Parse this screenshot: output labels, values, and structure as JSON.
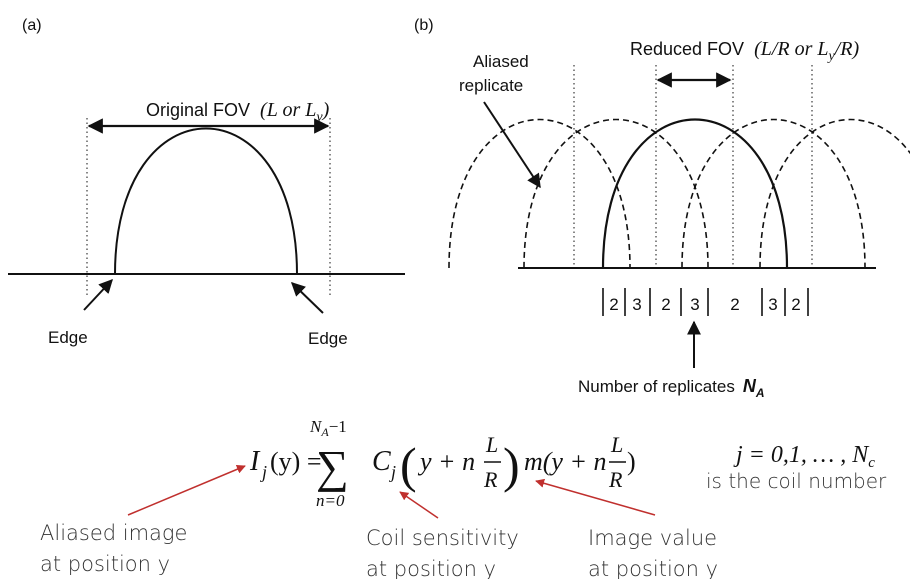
{
  "panel_a": {
    "label": "(a)",
    "fov_label": "Original FOV",
    "fov_formula": "(L or L",
    "fov_formula_sub": "y",
    "fov_formula_close": ")",
    "edge_left": "Edge",
    "edge_right": "Edge"
  },
  "panel_b": {
    "label": "(b)",
    "aliased_line1": "Aliased",
    "aliased_line2": "replicate",
    "reduced_fov_label": "Reduced FOV",
    "reduced_formula_a": "(L/R or L",
    "reduced_formula_sub": "y",
    "reduced_formula_b": "/R)",
    "region_numbers": [
      "2",
      "3",
      "2",
      "3",
      "2",
      "3",
      "2"
    ],
    "replicates_label": "Number of replicates",
    "replicates_symbol": "N",
    "replicates_sub": "A"
  },
  "equation": {
    "lhs_I": "I",
    "lhs_j": "j",
    "lhs_arg": "(y) =",
    "sum_upper": "N",
    "sum_upper_sub": "A",
    "sum_upper_rest": "−1",
    "sum_sign": "∑",
    "sum_lower": "n=0",
    "coil_C": "C",
    "coil_j": "j",
    "arg1_open": "y + n",
    "frac_num": "L",
    "frac_den": "R",
    "image_m": "m(y + n",
    "close_paren": ")",
    "index_range": "j = 0,1, … , N",
    "index_sub": "c",
    "coil_number_note": "is the coil number"
  },
  "annotations": {
    "aliased_image_line1": "Aliased image",
    "aliased_image_line2": "at position y",
    "coil_sens_line1": "Coil sensitivity",
    "coil_sens_line2": "at position y",
    "image_value_line1": "Image value",
    "image_value_line2": "at position y"
  },
  "colors": {
    "ink": "#111111",
    "annotation_arrow": "#c0302e",
    "annotation_text": "#333333"
  }
}
